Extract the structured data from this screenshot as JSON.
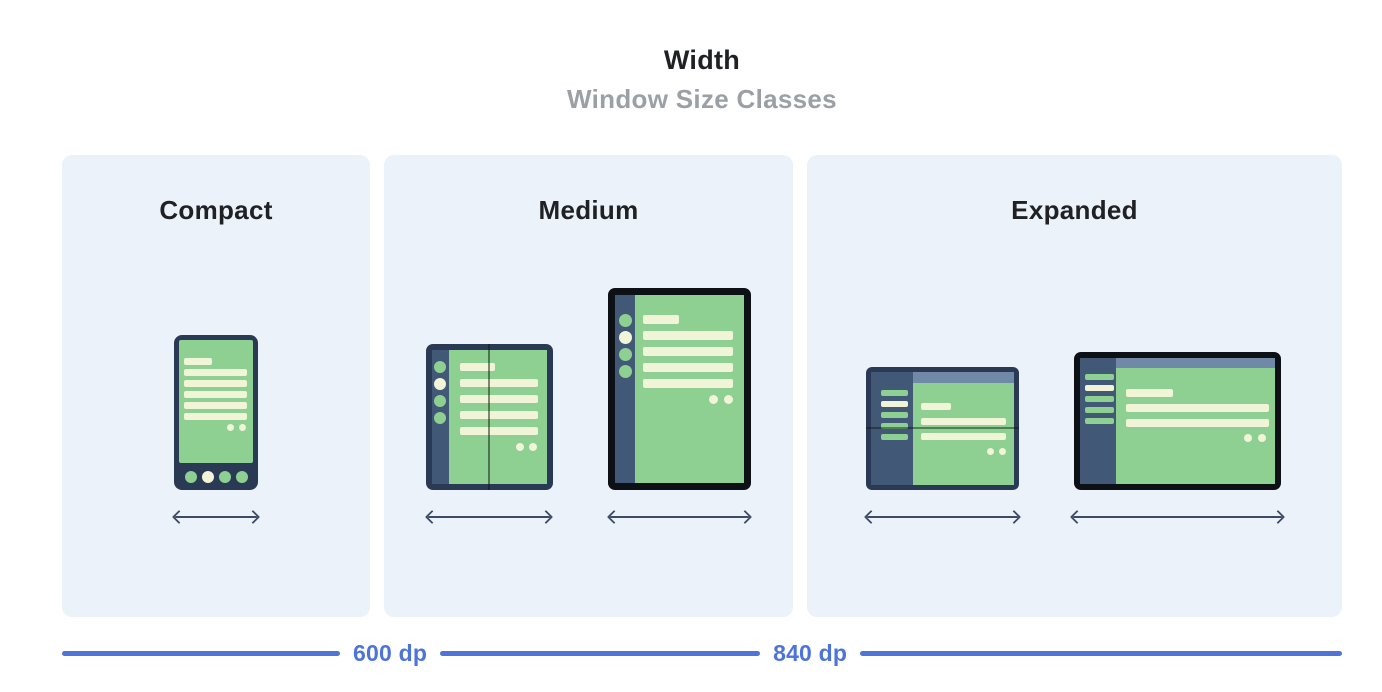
{
  "header": {
    "title": "Width",
    "subtitle": "Window Size Classes"
  },
  "size_classes": [
    {
      "label": "Compact",
      "devices": [
        "phone-portrait"
      ]
    },
    {
      "label": "Medium",
      "devices": [
        "foldable-open-portrait",
        "tablet-portrait"
      ]
    },
    {
      "label": "Expanded",
      "devices": [
        "foldable-open-landscape",
        "tablet-landscape"
      ]
    }
  ],
  "axis": {
    "breakpoints": [
      {
        "label": "600 dp"
      },
      {
        "label": "840 dp"
      }
    ]
  },
  "colors": {
    "panel-bg": "#ecf2fa",
    "title": "#202124",
    "subtitle": "#9aa0a6",
    "frame-navy": "#2b3a54",
    "frame-black": "#0d1015",
    "rail": "#425877",
    "green": "#8ed092",
    "cream": "#f2f4d8",
    "slate": "#7089a7",
    "blue": "#4e73d9",
    "arrow": "#3c4c66"
  }
}
